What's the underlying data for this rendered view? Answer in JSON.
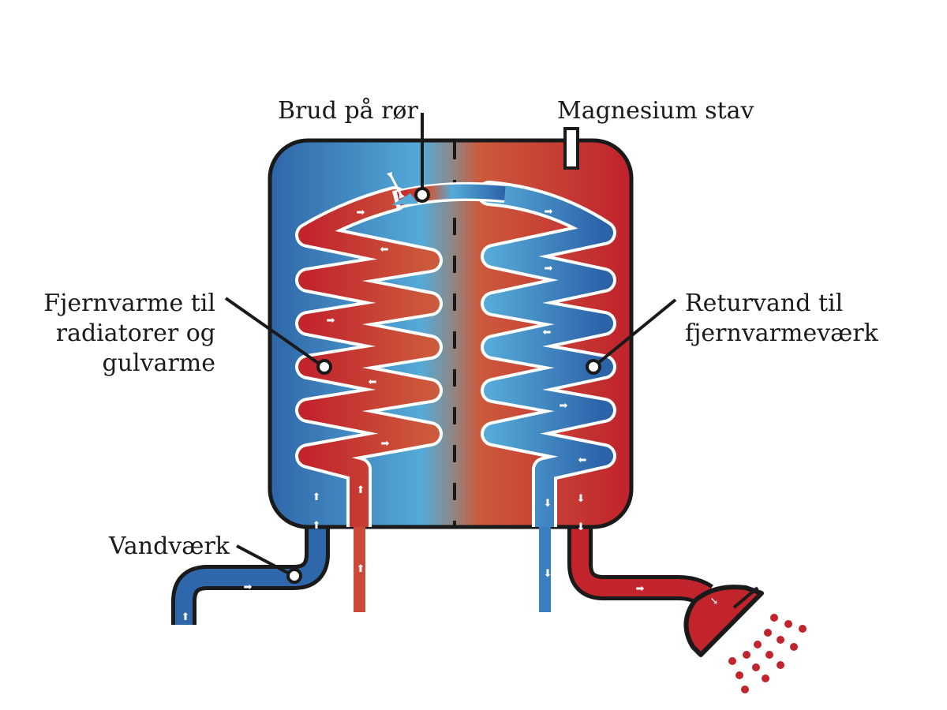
{
  "diagram": {
    "type": "district-heating hot-water tank with heat-exchanger coils",
    "colors": {
      "cold_dark": "#2f68aa",
      "cold_light": "#55aad8",
      "hot_light": "#cc5a3c",
      "hot_dark": "#c2242c",
      "outline": "#1a1a1a",
      "divider_mid": "#8a8a8a"
    },
    "labels": {
      "pipe_break": "Brud på rør",
      "magnesium_rod": "Magnesium stav",
      "district_heating_supply": [
        "Fjernvarme til",
        "radiatorer og",
        "gulvarme"
      ],
      "return_water": [
        "Returvand til",
        "fjernvarmeværk"
      ],
      "waterworks": "Vandværk"
    }
  }
}
